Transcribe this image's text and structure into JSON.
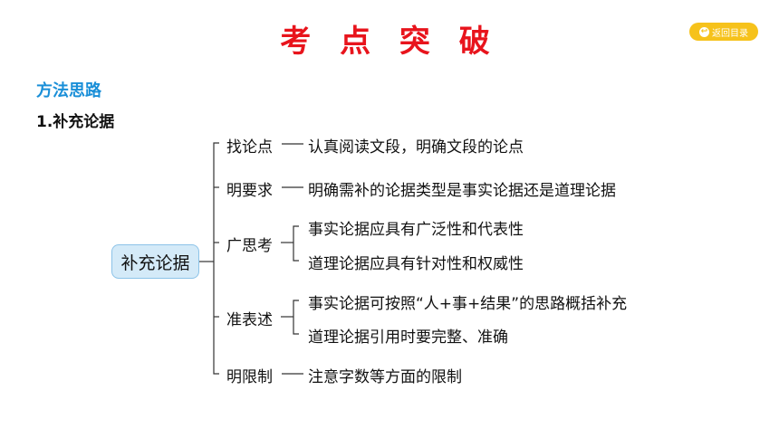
{
  "header": {
    "title": "考 点 突 破",
    "back_button": "返回目录"
  },
  "section_label": "方法思路",
  "subheading": "1.补充论据",
  "diagram": {
    "root": "补充论据",
    "branches": [
      {
        "label": "找论点",
        "items": [
          "认真阅读文段，明确文段的论点"
        ]
      },
      {
        "label": "明要求",
        "items": [
          "明确需补的论据类型是事实论据还是道理论据"
        ]
      },
      {
        "label": "广思考",
        "items": [
          "事实论据应具有广泛性和代表性",
          "道理论据应具有针对性和权威性"
        ]
      },
      {
        "label": "准表述",
        "items": [
          "事实论据可按照“人+事+结果”的思路概括补充",
          "道理论据引用时要完整、准确"
        ]
      },
      {
        "label": "明限制",
        "items": [
          "注意字数等方面的限制"
        ]
      }
    ]
  }
}
